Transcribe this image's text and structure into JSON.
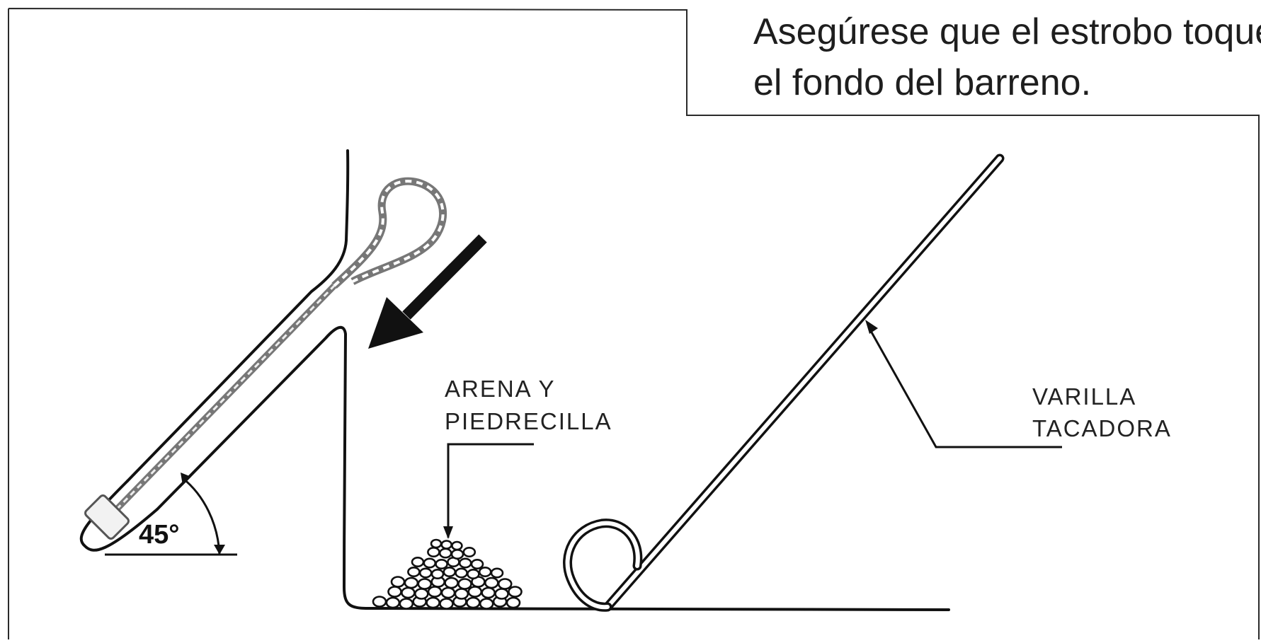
{
  "caption": {
    "line1": "Asegúrese que el estrobo toque",
    "line2": "el fondo del barreno."
  },
  "labels": {
    "sand_line1": "ARENA Y",
    "sand_line2": "PIEDRECILLA",
    "rod_line1": "VARILLA",
    "rod_line2": "TACADORA",
    "angle": "45°"
  },
  "colors": {
    "ink": "#111111",
    "background": "#ffffff"
  }
}
